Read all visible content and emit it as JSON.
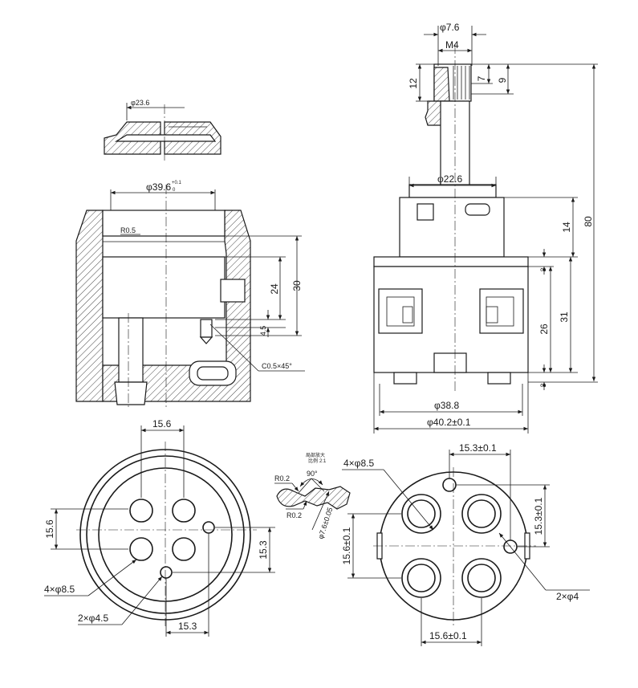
{
  "top_section": {
    "d_23_6": "φ23.6"
  },
  "section_view": {
    "bore": "φ39.6",
    "bore_tol_upper": "+0.1",
    "bore_tol_lower": "0",
    "radius": "R0.5",
    "d30": "30",
    "d24": "24",
    "d4_5": "4.5",
    "chamfer": "C0.5×45°"
  },
  "side_view": {
    "stem_d": "φ7.6",
    "thread": "M4",
    "d12": "12",
    "d7": "7",
    "d9": "9",
    "collar_d": "φ22.6",
    "d80": "80",
    "d14": "14",
    "d3a": "3",
    "d31": "31",
    "d26": "26",
    "d3b": "3",
    "body_d": "φ38.8",
    "base_d": "φ40.2±0.1"
  },
  "bottom_left": {
    "d15_6_top": "15.6",
    "d15_6_left": "15.6",
    "d15_3_right": "15.3",
    "holes_label": "4×φ8.5",
    "pins_label": "2×φ4.5",
    "d15_3_bottom": "15.3"
  },
  "detail": {
    "note_line1": "局部放大",
    "note_line2": "比例",
    "note_scale": "2:1",
    "angle": "90°",
    "r_top": "R0.2",
    "r_bottom": "R0.2",
    "diameter": "φ7.6±0.05"
  },
  "bottom_right": {
    "holes_label": "4×φ8.5",
    "d15_3_top": "15.3±0.1",
    "d15_3_right": "15.3±0.1",
    "d15_6_left": "15.6±0.1",
    "pins_label": "2×φ4",
    "d15_6_bottom": "15.6±0.1"
  }
}
